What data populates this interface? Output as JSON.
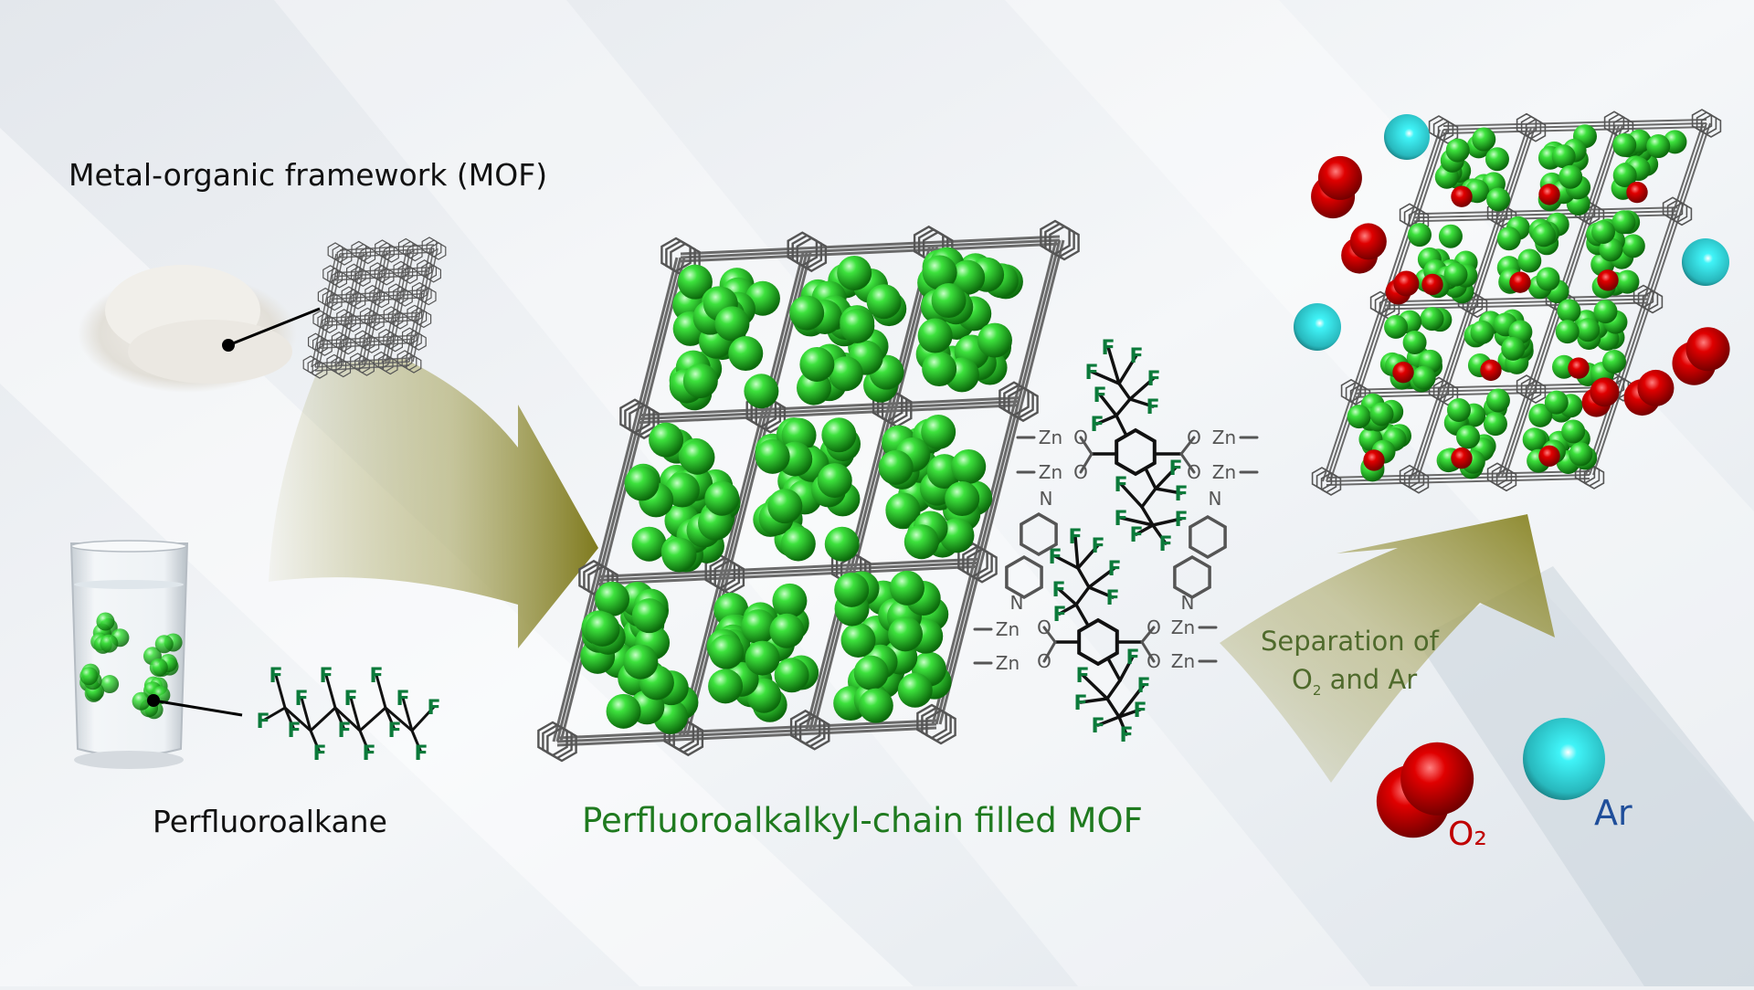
{
  "labels": {
    "mof_title": "Metal-organic framework (MOF)",
    "perfluoroalkane": "Perfluoroalkane",
    "filled_mof": "Perfluoroalkalkyl-chain filled MOF",
    "separation_line1": "Separation of",
    "separation_line2_prefix": "O",
    "separation_line2_sub": "2",
    "separation_line2_suffix": " and Ar",
    "o2_legend": "O₂",
    "ar_legend": "Ar"
  },
  "chain_atoms": [
    "F",
    "F",
    "F",
    "F",
    "F",
    "F",
    "F",
    "F",
    "F",
    "F",
    "F",
    "F",
    "F",
    "F"
  ],
  "structure_atoms": {
    "fluorines": [
      "F",
      "F",
      "F",
      "F",
      "F",
      "F",
      "F",
      "F",
      "F",
      "F",
      "F",
      "F",
      "F",
      "F",
      "F",
      "F",
      "F",
      "F",
      "F",
      "F",
      "F",
      "F",
      "F",
      "F",
      "F",
      "F",
      "F",
      "F"
    ],
    "zinc": [
      "Zn",
      "Zn",
      "Zn",
      "Zn",
      "Zn",
      "Zn",
      "Zn",
      "Zn"
    ],
    "oxygen": [
      "O",
      "O",
      "O",
      "O",
      "O",
      "O",
      "O",
      "O"
    ],
    "nitrogen": [
      "N",
      "N",
      "N",
      "N"
    ]
  },
  "colors": {
    "fluorine_green": "#0b7a3a",
    "title_green": "#1f7a1f",
    "separation_text": "#4f6a2c",
    "oxygen_red": "#c00000",
    "argon_blue": "#1f4e9a",
    "arrow_olive": "#8f8b2e",
    "sphere_green": "#22c022",
    "argon_cyan": "#33d6dc"
  }
}
